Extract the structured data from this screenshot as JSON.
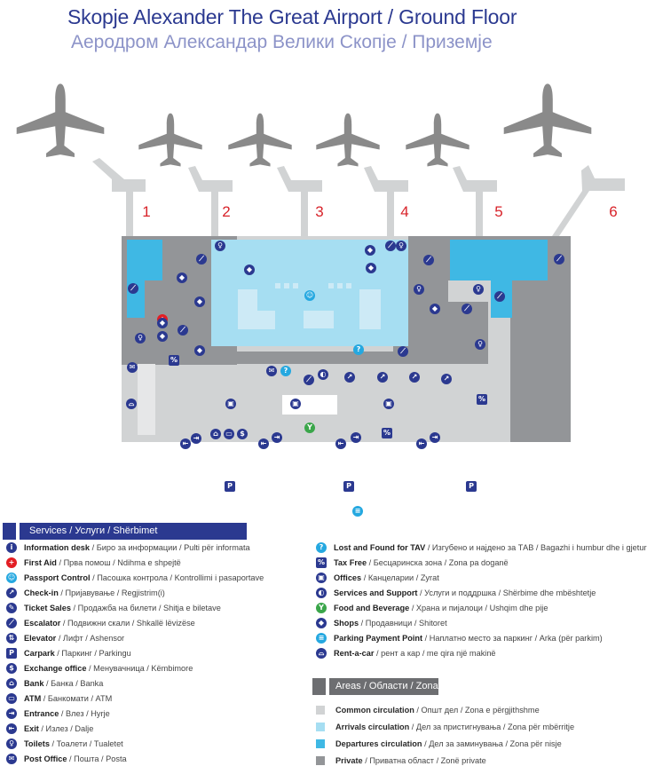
{
  "title": {
    "en": "Skopje Alexander The Great Airport / Ground Floor",
    "mk": "Аеродром Александар Велики Скопје / Приземје"
  },
  "gates": [
    "1",
    "2",
    "3",
    "4",
    "5",
    "6"
  ],
  "colors": {
    "brand_blue": "#2b3990",
    "gate_red": "#d8232a",
    "common": "#d1d3d4",
    "arrivals": "#a6def2",
    "departures": "#3fb8e4",
    "private": "#939598",
    "plane": "#8a8a8a"
  },
  "services_header": "Services / Услуги / Shërbimet",
  "services": [
    {
      "icon": "info-icon",
      "en": "Information desk",
      "rest": " / Биро за информации / Pulti për informata"
    },
    {
      "icon": "first-aid-icon",
      "en": "First Aid",
      "rest": " / Прва помош / Ndihma e shpejtë"
    },
    {
      "icon": "passport-icon",
      "en": "Passport Control",
      "rest": " / Пасошка контрола / Kontrollimi i pasaportave"
    },
    {
      "icon": "check-in-icon",
      "en": "Check-in",
      "rest": " / Пријавување / Regjistrim(i)"
    },
    {
      "icon": "ticket-icon",
      "en": "Ticket Sales",
      "rest": " / Продажба на билети / Shitja e biletave"
    },
    {
      "icon": "escalator-icon",
      "en": "Escalator",
      "rest": " / Подвижни скали / Shkallë lëvizëse"
    },
    {
      "icon": "elevator-icon",
      "en": "Elevator",
      "rest": " / Лифт / Ashensor"
    },
    {
      "icon": "carpark-icon",
      "en": "Carpark",
      "rest": " / Паркинг / Parkingu"
    },
    {
      "icon": "exchange-icon",
      "en": "Exchange office",
      "rest": " / Менувачница / Këmbimore"
    },
    {
      "icon": "bank-icon",
      "en": "Bank",
      "rest": " / Банка / Banka"
    },
    {
      "icon": "atm-icon",
      "en": "ATM",
      "rest": " / Банкомати / ATM"
    },
    {
      "icon": "entrance-icon",
      "en": "Entrance",
      "rest": " / Влез / Hyrje"
    },
    {
      "icon": "exit-icon",
      "en": "Exit",
      "rest": " / Излез / Dalje"
    },
    {
      "icon": "toilets-icon",
      "en": "Toilets",
      "rest": " / Тоалети / Tualetet"
    },
    {
      "icon": "post-office-icon",
      "en": "Post Office",
      "rest": " / Пошта / Posta"
    },
    {
      "icon": "lost-found-icon",
      "en": "Lost and Found for TAV",
      "rest": " / Изгубено и најдено за ТАВ / Bagazhi i humbur dhe i gjetur për TAV"
    },
    {
      "icon": "tax-free-icon",
      "en": "Tax Free",
      "rest": " / Бесцаринска зона / Zona pa doganë"
    },
    {
      "icon": "offices-icon",
      "en": "Offices",
      "rest": " / Канцеларии / Zyrat"
    },
    {
      "icon": "services-support-icon",
      "en": "Services and Support",
      "rest": " / Услуги и поддршка / Shërbime dhe mbështetje"
    },
    {
      "icon": "food-beverage-icon",
      "en": "Food and Beverage",
      "rest": " / Храна и пијалоци / Ushqim dhe pije"
    },
    {
      "icon": "shops-icon",
      "en": "Shops",
      "rest": " / Продавници / Shitoret"
    },
    {
      "icon": "parking-payment-icon",
      "en": "Parking Payment Point",
      "rest": " / Наплатно место за паркинг / Arka (për parkim)"
    },
    {
      "icon": "rent-a-car-icon",
      "en": "Rent-a-car",
      "rest": " / рент а кар / me qira një makinë"
    }
  ],
  "areas_header": "Areas / Области / Zonat",
  "areas": [
    {
      "en": "Common circulation",
      "rest": " / Општ дел / Zona e përgjithshme",
      "color": "#d1d3d4"
    },
    {
      "en": "Arrivals circulation",
      "rest": " / Дел за пристигнувања / Zona për mbërritje",
      "color": "#a6def2"
    },
    {
      "en": "Departures circulation",
      "rest": " / Дел за заминувања / Zona për nisje",
      "color": "#3fb8e4"
    },
    {
      "en": "Private",
      "rest": " / Приватна област / Zonë private",
      "color": "#939598"
    }
  ],
  "glyphs": {
    "info-icon": "i",
    "first-aid-icon": "+",
    "passport-icon": "☺",
    "check-in-icon": "↗",
    "ticket-icon": "✎",
    "escalator-icon": "⟋",
    "elevator-icon": "⇅",
    "carpark-icon": "P",
    "exchange-icon": "$",
    "bank-icon": "⌂",
    "atm-icon": "▭",
    "entrance-icon": "⇥",
    "exit-icon": "⇤",
    "toilets-icon": "♀",
    "post-office-icon": "✉",
    "lost-found-icon": "?",
    "tax-free-icon": "%",
    "offices-icon": "▣",
    "services-support-icon": "◐",
    "food-beverage-icon": "Y",
    "shops-icon": "◆",
    "parking-payment-icon": "≡",
    "rent-a-car-icon": "⌓"
  }
}
